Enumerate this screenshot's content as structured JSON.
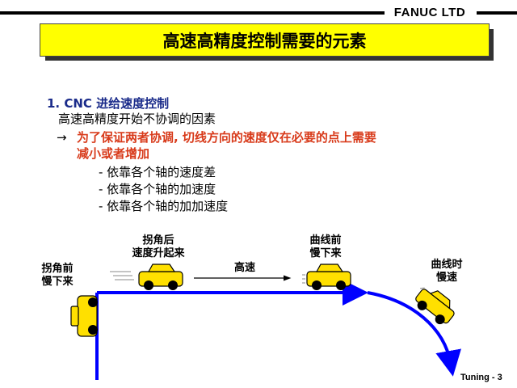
{
  "header": {
    "brand": "FANUC LTD"
  },
  "title": "高速高精度控制需要的元素",
  "section": {
    "heading": "1. CNC 进给速度控制",
    "intro": "高速高精度开始不协调的因素",
    "arrow": "→",
    "point_line1": "为了保证两者协调, 切线方向的速度仅在必要的点上需要",
    "point_line2": "减小或者增加",
    "bullets": [
      "- 依靠各个轴的速度差",
      "- 依靠各个轴的加速度",
      "- 依靠各个轴的加加速度"
    ]
  },
  "diagram": {
    "label_before_corner": [
      "拐角前",
      "慢下来"
    ],
    "label_after_corner": [
      "拐角后",
      "速度升起来"
    ],
    "label_high_speed": "高速",
    "label_before_curve": [
      "曲线前",
      "慢下来"
    ],
    "label_on_curve": [
      "曲线时",
      "慢速"
    ],
    "path_color": "#0000ff",
    "car_color": "#ffe000"
  },
  "footer": {
    "page": "Tuning - 3"
  }
}
